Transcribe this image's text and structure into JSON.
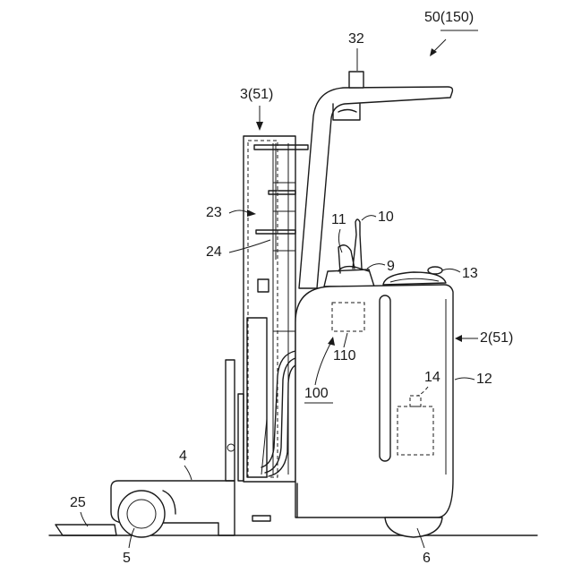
{
  "labels": {
    "vehicle": "50(150)",
    "mast_assembly": "3(51)",
    "body": "2(51)",
    "controller": "100",
    "warning_light": "32",
    "part_23": "23",
    "part_24": "24",
    "part_11": "11",
    "part_10": "10",
    "part_9": "9",
    "part_13": "13",
    "part_110": "110",
    "part_14": "14",
    "part_12": "12",
    "fork": "4",
    "floor": "25",
    "front_wheel": "5",
    "rear_wheel": "6"
  }
}
